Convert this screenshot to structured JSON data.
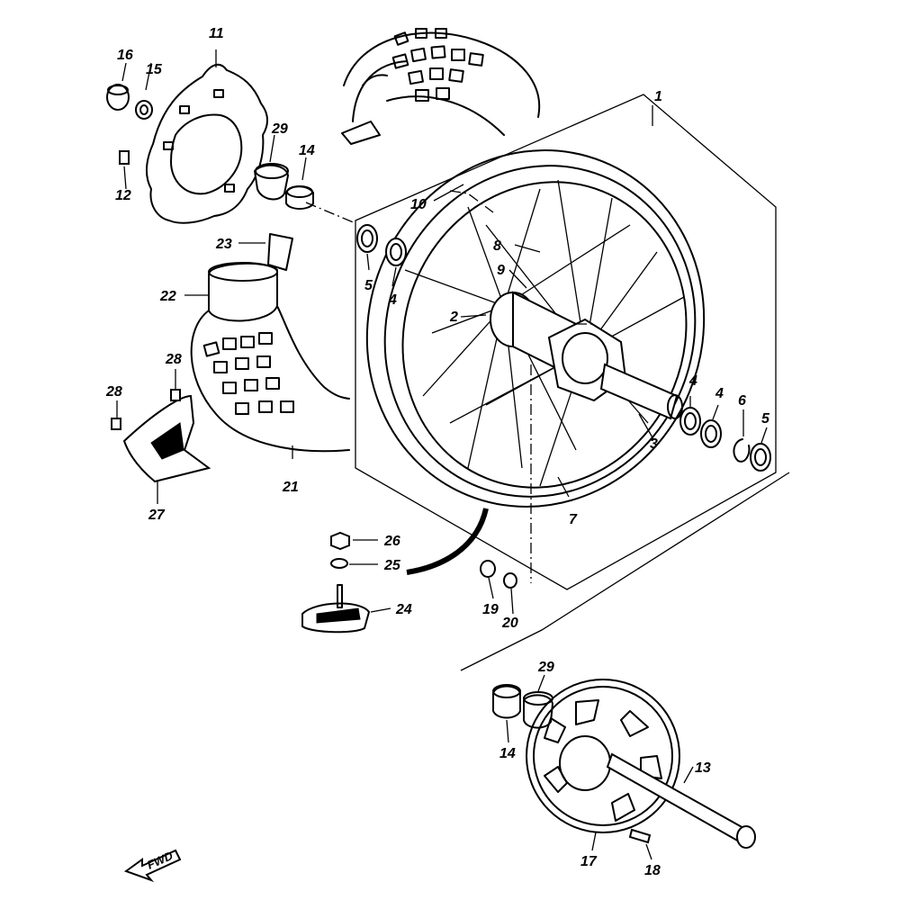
{
  "callouts": {
    "c1": "1",
    "c2": "2",
    "c3": "3",
    "c4a": "4",
    "c4b": "4",
    "c4c": "4",
    "c5a": "5",
    "c5b": "5",
    "c6": "6",
    "c7": "7",
    "c8": "8",
    "c9": "9",
    "c10": "10",
    "c11": "11",
    "c12": "12",
    "c13": "13",
    "c14a": "14",
    "c14b": "14",
    "c15": "15",
    "c16": "16",
    "c17": "17",
    "c18": "18",
    "c19": "19",
    "c20": "20",
    "c21": "21",
    "c22": "22",
    "c23": "23",
    "c24": "24",
    "c25": "25",
    "c26": "26",
    "c27": "27",
    "c28a": "28",
    "c28b": "28",
    "c29a": "29",
    "c29b": "29"
  },
  "direction_arrow": {
    "label": "FWD",
    "icon": "forward-arrow-icon"
  }
}
